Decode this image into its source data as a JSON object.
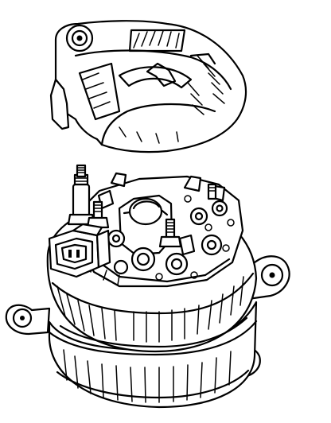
{
  "figure": {
    "palette": {
      "line": "#000000",
      "background": "#ffffff"
    },
    "parts": [
      "rear-cover",
      "alternator-body",
      "regulator-assembly",
      "connector-plug",
      "b-terminal-post",
      "rectifier-studs"
    ]
  }
}
